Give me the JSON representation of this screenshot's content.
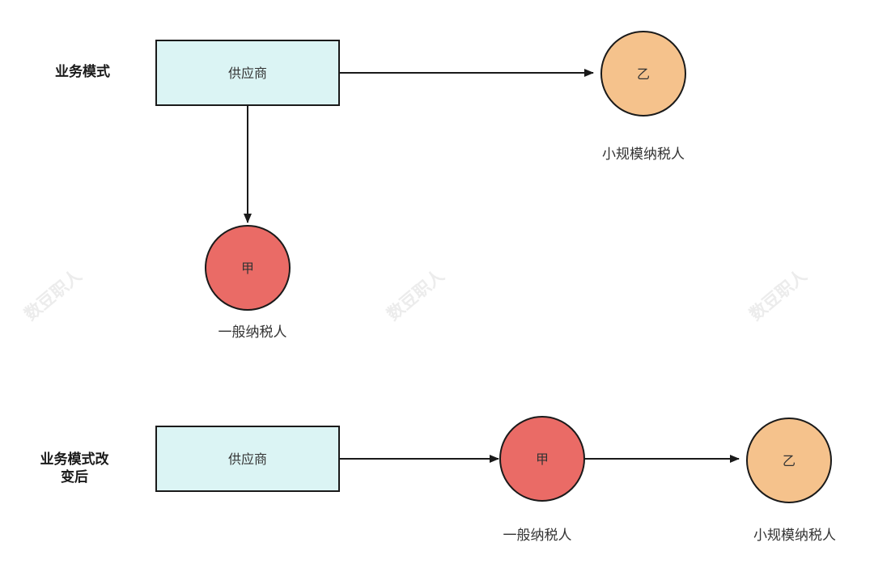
{
  "section_before": {
    "title": "业务模式",
    "supplier_label": "供应商",
    "general_taxpayer_mark": "甲",
    "general_taxpayer_label": "一般纳税人",
    "small_taxpayer_mark": "乙",
    "small_taxpayer_label": "小规模纳税人"
  },
  "section_after": {
    "title": "业务模式改变后",
    "supplier_label": "供应商",
    "general_taxpayer_mark": "甲",
    "general_taxpayer_label": "一般纳税人",
    "small_taxpayer_mark": "乙",
    "small_taxpayer_label": "小规模纳税人"
  },
  "watermark": "数豆职人",
  "colors": {
    "supplier_fill": "#dbf4f4",
    "general_taxpayer_fill": "#ea6b66",
    "small_taxpayer_fill": "#f5c28c",
    "stroke": "#1a1a1a",
    "watermark": "#ececec"
  }
}
